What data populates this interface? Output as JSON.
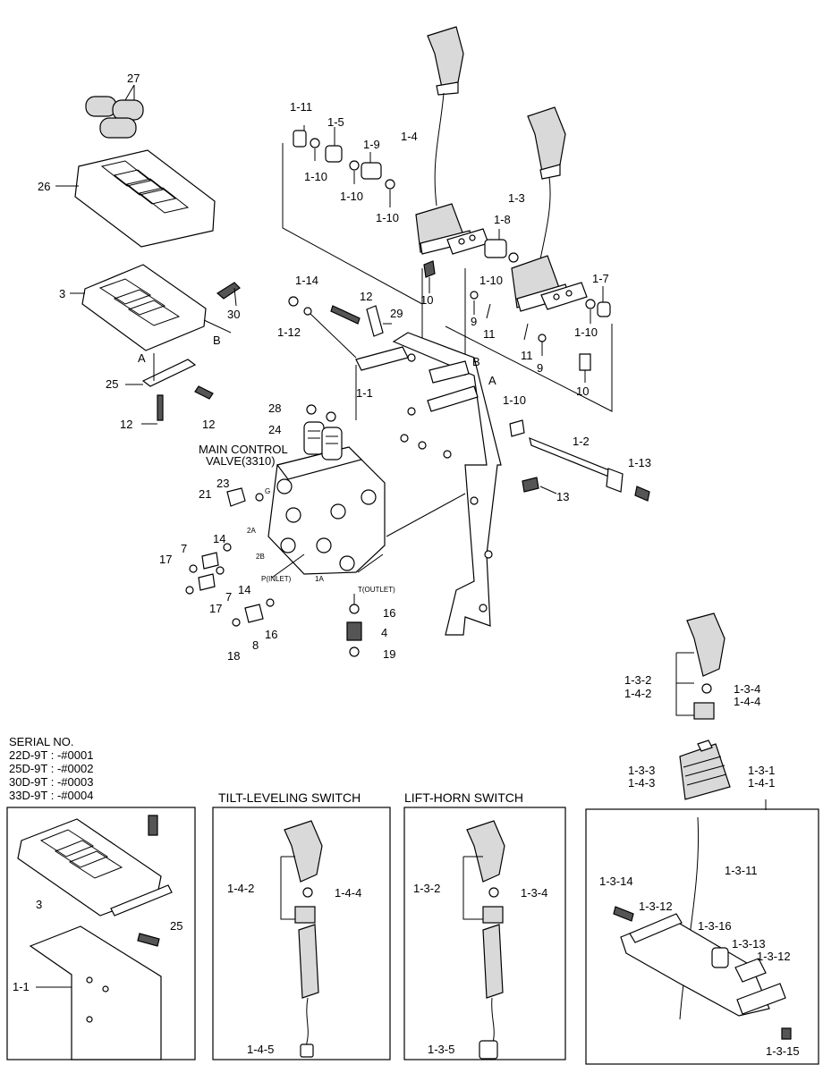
{
  "labels": {
    "p27": "27",
    "p26": "26",
    "p3": "3",
    "p30": "30",
    "pB1": "B",
    "pA1": "A",
    "p25": "25",
    "p12a": "12",
    "p12b": "12",
    "p1_11": "1-11",
    "p1_5": "1-5",
    "p1_9": "1-9",
    "p1_10a": "1-10",
    "p1_10b": "1-10",
    "p1_10c": "1-10",
    "p1_4": "1-4",
    "p1_3": "1-3",
    "p1_8": "1-8",
    "p1_10d": "1-10",
    "p1_7": "1-7",
    "p1_10e": "1-10",
    "p10a": "10",
    "p9a": "9",
    "p11a": "11",
    "p11b": "11",
    "p9b": "9",
    "p10b": "10",
    "p1_14": "1-14",
    "p1_12": "1-12",
    "p12c": "12",
    "p29": "29",
    "pB2": "B",
    "pA2": "A",
    "p1_1": "1-1",
    "p1_10f": "1-10",
    "p1_2": "1-2",
    "p1_13": "1-13",
    "p13": "13",
    "p28": "28",
    "p24": "24",
    "valve1": "MAIN CONTROL",
    "valve2": "VALVE(3310)",
    "p23": "23",
    "p21": "21",
    "pG": "G",
    "p2A": "2A",
    "p2B": "2B",
    "p1A": "1A",
    "pInlet": "P(INLET)",
    "pOutlet": "T(OUTLET)",
    "p14a": "14",
    "p7a": "7",
    "p17a": "17",
    "p14b": "14",
    "p7b": "7",
    "p17b": "17",
    "p16a": "16",
    "p4": "4",
    "p19": "19",
    "p8": "8",
    "p16b": "16",
    "p18": "18",
    "p1_3_2a": "1-3-2",
    "p1_4_2a": "1-4-2",
    "p1_3_4a": "1-3-4",
    "p1_4_4a": "1-4-4",
    "p1_3_3": "1-3-3",
    "p1_4_3": "1-4-3",
    "p1_3_1": "1-3-1",
    "p1_4_1": "1-4-1",
    "b1_3": "3",
    "b1_25": "25",
    "b1_1_1": "1-1",
    "b2_1_4_2": "1-4-2",
    "b2_1_4_4": "1-4-4",
    "b2_1_4_5": "1-4-5",
    "b3_1_3_2": "1-3-2",
    "b3_1_3_4": "1-3-4",
    "b3_1_3_5": "1-3-5",
    "b4_1_3_14": "1-3-14",
    "b4_1_3_12a": "1-3-12",
    "b4_1_3_11": "1-3-11",
    "b4_1_3_16": "1-3-16",
    "b4_1_3_13": "1-3-13",
    "b4_1_3_12b": "1-3-12",
    "b4_1_3_15": "1-3-15"
  },
  "serial": {
    "heading": "SERIAL NO.",
    "lines": [
      "22D-9T : -#0001",
      "25D-9T : -#0002",
      "30D-9T : -#0003",
      "33D-9T : -#0004"
    ]
  },
  "boxes": {
    "tilt_title": "TILT-LEVELING SWITCH",
    "lift_title": "LIFT-HORN SWITCH"
  }
}
